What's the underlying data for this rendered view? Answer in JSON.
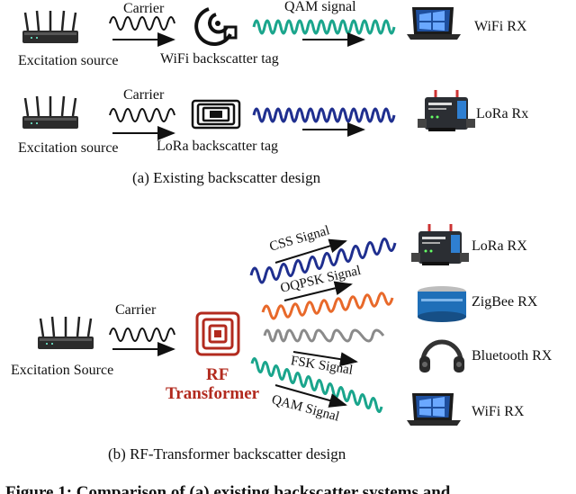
{
  "section_a": {
    "caption": "(a) Existing backscatter design",
    "row1": {
      "source_label": "Excitation source",
      "carrier_label": "Carrier",
      "tag_label": "WiFi backscatter tag",
      "signal_label": "QAM signal",
      "rx_label": "WiFi RX"
    },
    "row2": {
      "source_label": "Excitation source",
      "carrier_label": "Carrier",
      "tag_label": "LoRa backscatter tag",
      "rx_label": "LoRa Rx"
    }
  },
  "section_b": {
    "caption": "(b) RF-Transformer backscatter design",
    "source_label": "Excitation Source",
    "carrier_label": "Carrier",
    "transformer_line1": "RF",
    "transformer_line2": "Transformer",
    "signals": [
      {
        "label": "CSS Signal",
        "rx": "LoRa RX",
        "color": "#1f2f8f"
      },
      {
        "label": "OQPSK Signal",
        "rx": "ZigBee RX",
        "color": "#e8692a"
      },
      {
        "label": "FSK Signal",
        "rx": "Bluetooth RX",
        "color": "#8a8a8a"
      },
      {
        "label": "QAM Signal",
        "rx": "WiFi RX",
        "color": "#1aa58c"
      }
    ]
  },
  "figure_caption": "Figure 1: Comparison of (a) existing backscatter systems and"
}
